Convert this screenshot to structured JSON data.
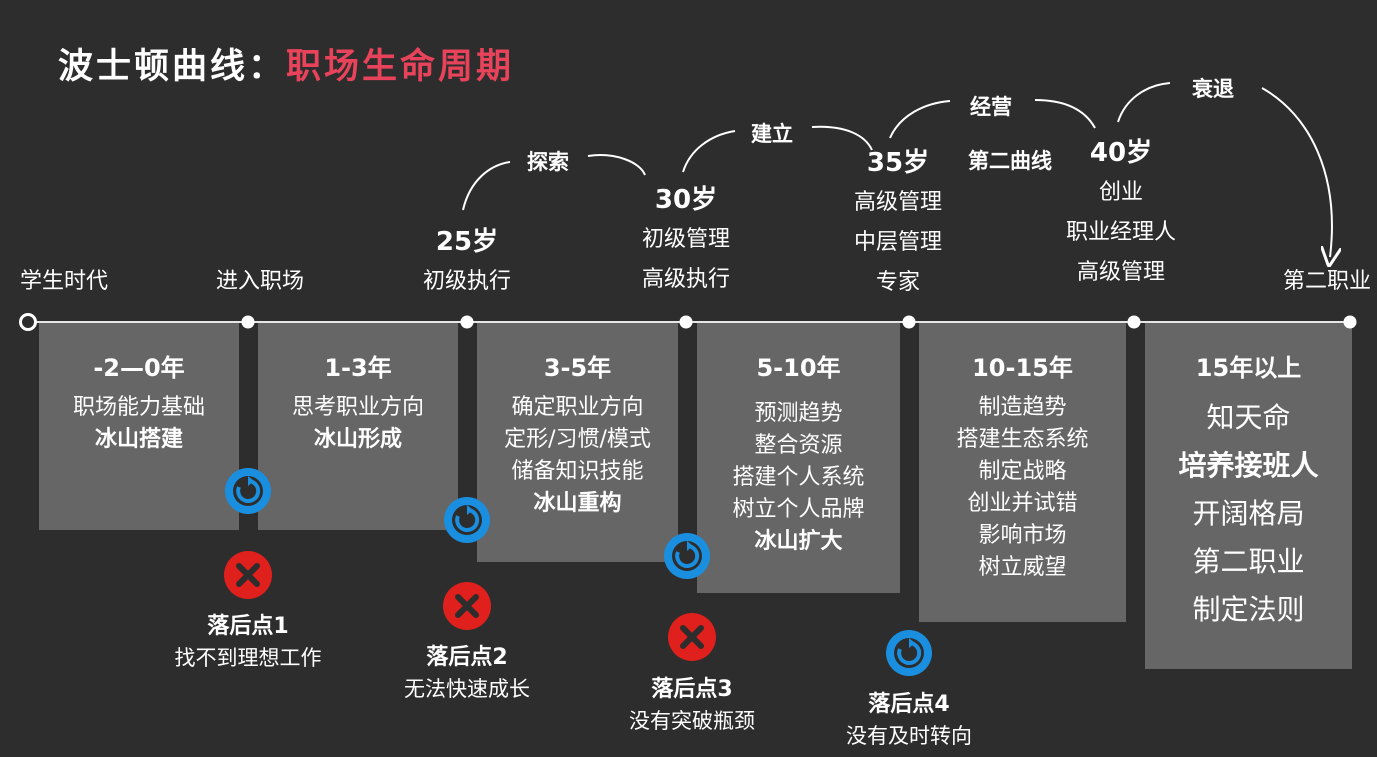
{
  "title": {
    "main": "波士顿曲线：",
    "accent": "职场生命周期",
    "accent_color": "#e8435a"
  },
  "timeline": {
    "points": [
      {
        "lines": [
          "学生时代"
        ]
      },
      {
        "lines": [
          "进入职场"
        ]
      },
      {
        "age": "25岁",
        "lines": [
          "初级执行"
        ]
      },
      {
        "age": "30岁",
        "lines": [
          "初级管理",
          "高级执行"
        ]
      },
      {
        "age": "35岁",
        "lines": [
          "高级管理",
          "中层管理",
          "专家"
        ]
      },
      {
        "age": "40岁",
        "lines": [
          "创业",
          "职业经理人",
          "高级管理"
        ]
      },
      {
        "lines": [
          "第二职业"
        ]
      }
    ]
  },
  "curve_labels": [
    "探索",
    "建立",
    "经营",
    "衰退",
    "第二曲线"
  ],
  "stages": [
    {
      "period": "-2—0年",
      "lines": [
        "职场能力基础"
      ],
      "strong": [
        "冰山搭建"
      ]
    },
    {
      "period": "1-3年",
      "lines": [
        "思考职业方向"
      ],
      "strong": [
        "冰山形成"
      ]
    },
    {
      "period": "3-5年",
      "lines": [
        "确定职业方向",
        "定形/习惯/模式",
        "储备知识技能"
      ],
      "strong": [
        "冰山重构"
      ]
    },
    {
      "period": "5-10年",
      "lines": [
        "预测趋势",
        "整合资源",
        "搭建个人系统",
        "树立个人品牌"
      ],
      "strong": [
        "冰山扩大"
      ]
    },
    {
      "period": "10-15年",
      "lines": [
        "制造趋势",
        "搭建生态系统",
        "制定战略",
        "创业并试错",
        "影响市场",
        "树立威望"
      ],
      "strong": []
    },
    {
      "period": "15年以上",
      "lines": [
        "知天命",
        "培养接班人",
        "开阔格局",
        "第二职业",
        "制定法则"
      ]
    }
  ],
  "fall_points": [
    {
      "name": "落后点1",
      "desc": "找不到理想工作"
    },
    {
      "name": "落后点2",
      "desc": "无法快速成长"
    },
    {
      "name": "落后点3",
      "desc": "没有突破瓶颈"
    },
    {
      "name": "落后点4",
      "desc": "没有及时转向"
    }
  ],
  "icons": {
    "cycle": "refresh-cycle-icon",
    "fail": "x-mark-icon",
    "cycle_color": "#1a8fe0",
    "fail_color": "#e0201c"
  }
}
